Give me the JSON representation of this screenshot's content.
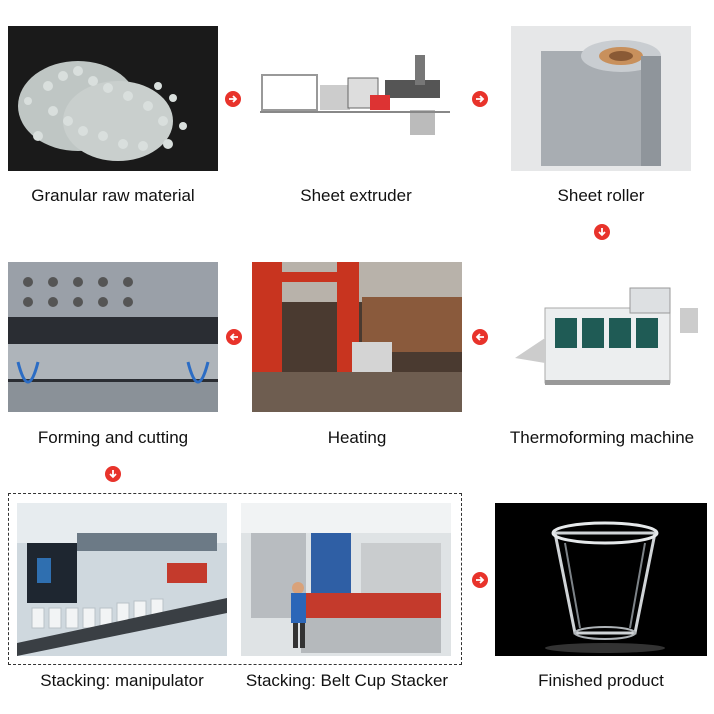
{
  "steps": {
    "s1": {
      "label": "Granular raw material",
      "icon": "pellets-photo"
    },
    "s2": {
      "label": "Sheet extruder",
      "icon": "extruder-photo"
    },
    "s3": {
      "label": "Sheet roller",
      "icon": "roll-photo"
    },
    "s4": {
      "label": "Thermoforming machine",
      "icon": "thermoformer-photo"
    },
    "s5": {
      "label": "Heating",
      "icon": "heater-photo"
    },
    "s6": {
      "label": "Forming and cutting",
      "icon": "mold-photo"
    },
    "s7": {
      "label": "Stacking: manipulator",
      "icon": "manipulator-photo"
    },
    "s8": {
      "label": "Stacking: Belt Cup Stacker",
      "icon": "stacker-photo"
    },
    "s9": {
      "label": "Finished product",
      "icon": "cup-photo"
    }
  },
  "colors": {
    "arrow": "#e8332b",
    "frame_red": "#c8341f",
    "black": "#000000"
  }
}
